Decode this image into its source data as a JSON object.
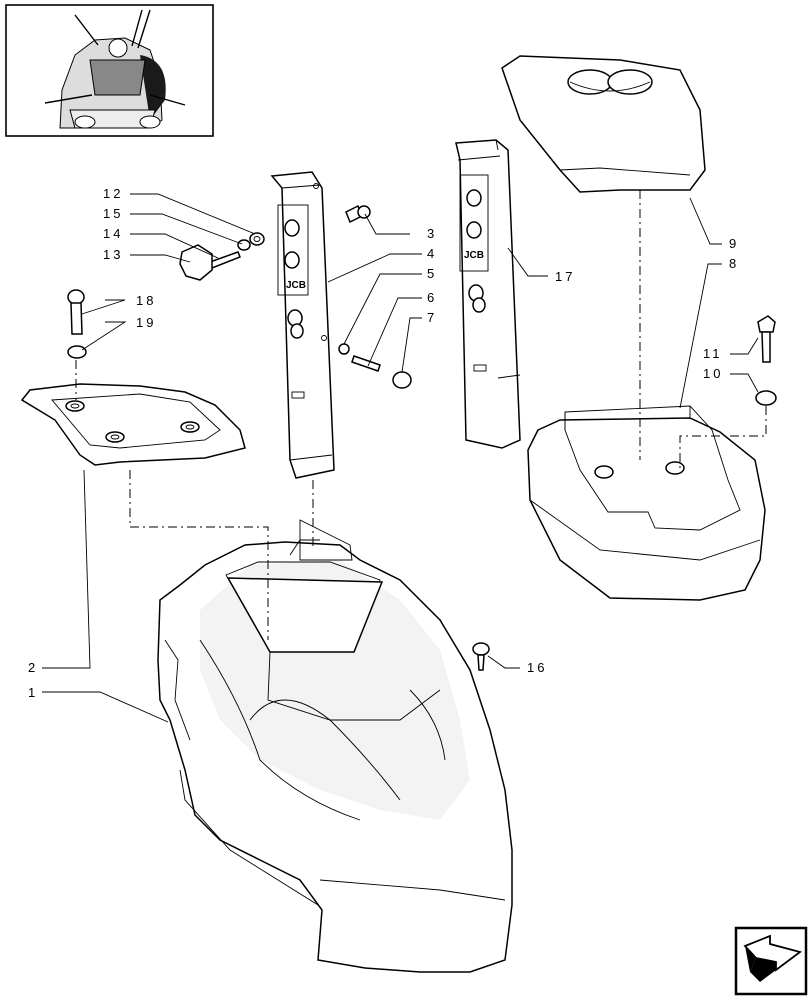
{
  "callouts": [
    {
      "id": "c1",
      "text": "1"
    },
    {
      "id": "c2",
      "text": "2"
    },
    {
      "id": "c3",
      "text": "3"
    },
    {
      "id": "c4",
      "text": "4"
    },
    {
      "id": "c5",
      "text": "5"
    },
    {
      "id": "c6",
      "text": "6"
    },
    {
      "id": "c7",
      "text": "7"
    },
    {
      "id": "c8",
      "text": "8"
    },
    {
      "id": "c9",
      "text": "9"
    },
    {
      "id": "c10",
      "text": "10"
    },
    {
      "id": "c11",
      "text": "11"
    },
    {
      "id": "c12",
      "text": "12"
    },
    {
      "id": "c13",
      "text": "13"
    },
    {
      "id": "c14",
      "text": "14"
    },
    {
      "id": "c15",
      "text": "15"
    },
    {
      "id": "c16",
      "text": "16"
    },
    {
      "id": "c17",
      "text": "17"
    },
    {
      "id": "c18",
      "text": "18"
    },
    {
      "id": "c19",
      "text": "19"
    }
  ],
  "brand_mark": "JCB",
  "nav_icon": "next-page-arrow-icon"
}
